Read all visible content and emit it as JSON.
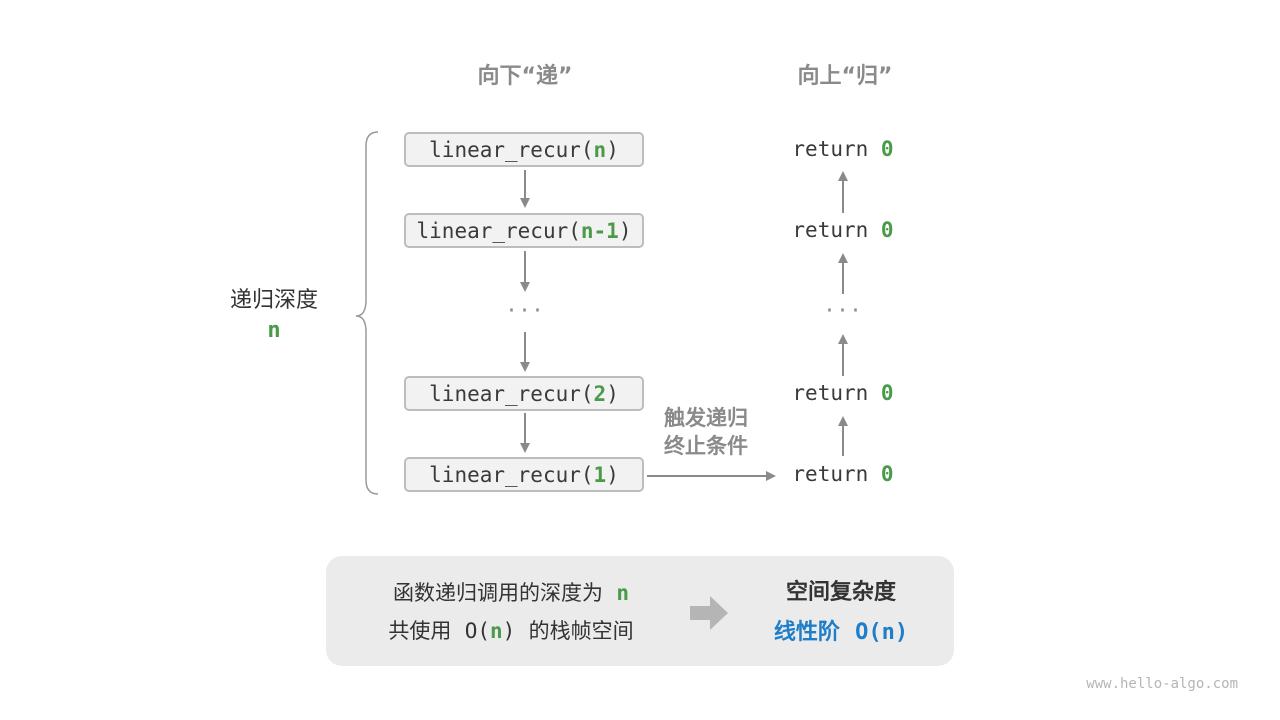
{
  "headings": {
    "down": "向下“递”",
    "up": "向上“归”"
  },
  "depth": {
    "label": "递归深度",
    "n": "n"
  },
  "calls": [
    {
      "prefix": "linear_recur(",
      "arg": "n",
      "suffix": ")"
    },
    {
      "prefix": "linear_recur(",
      "arg": "n-1",
      "suffix": ")"
    },
    {
      "prefix": "linear_recur(",
      "arg": "2",
      "suffix": ")"
    },
    {
      "prefix": "linear_recur(",
      "arg": "1",
      "suffix": ")"
    }
  ],
  "ellipsis": "···",
  "returns": [
    {
      "keyword": "return",
      "value": "0"
    },
    {
      "keyword": "return",
      "value": "0"
    },
    {
      "keyword": "return",
      "value": "0"
    },
    {
      "keyword": "return",
      "value": "0"
    }
  ],
  "trigger": {
    "line1": "触发递归",
    "line2": "终止条件"
  },
  "summary": {
    "line1_text": "函数递归调用的深度为",
    "line1_n": "n",
    "line2_pre": "共使用",
    "line2_o": "O(",
    "line2_n": "n",
    "line2_close": ")",
    "line2_post": "的栈帧空间",
    "result_title": "空间复杂度",
    "result_label": "线性阶",
    "result_value": "O(n)"
  },
  "watermark": "www.hello-algo.com",
  "colors": {
    "green": "#4a9a4a",
    "blue": "#1f7ec8",
    "gray_text": "#8a8a8a",
    "arrow": "#8a8a8a"
  }
}
